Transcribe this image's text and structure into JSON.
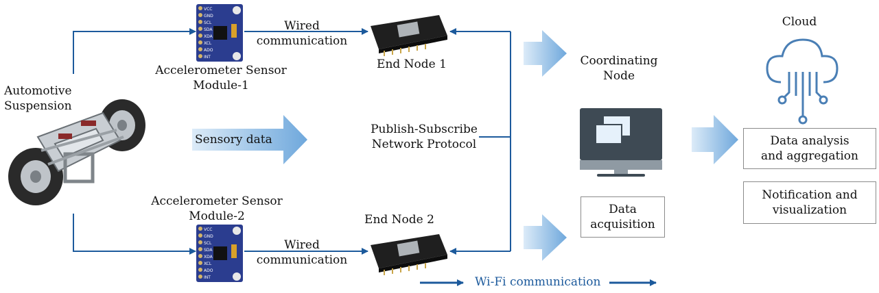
{
  "labels": {
    "suspension": "Automotive\nSuspension",
    "sensor1": "Accelerometer Sensor\nModule-1",
    "sensor2": "Accelerometer Sensor\nModule-2",
    "wired1": "Wired\ncommunication",
    "wired2": "Wired\ncommunication",
    "end_node_1": "End Node 1",
    "end_node_2": "End Node 2",
    "sensory_data": "Sensory data",
    "protocol": "Publish-Subscribe\nNetwork Protocol",
    "coordinating_node": "Coordinating\nNode",
    "data_acquisition": "Data\nacquisition",
    "cloud": "Cloud",
    "data_analysis": "Data analysis\nand aggregation",
    "notification": "Notification and\nvisualization",
    "wifi": "Wi-Fi communication"
  },
  "chip_pins": [
    "VCC",
    "GND",
    "SCL",
    "SDA",
    "XDA",
    "XCL",
    "ADO",
    "INT"
  ],
  "colors": {
    "arrow_line": "#1c5a9c",
    "block_arrow_light": "#cfe5f7",
    "block_arrow_dark": "#7db3e3",
    "board_blue": "#2b3d8f",
    "monitor_dark": "#3e4a54"
  }
}
